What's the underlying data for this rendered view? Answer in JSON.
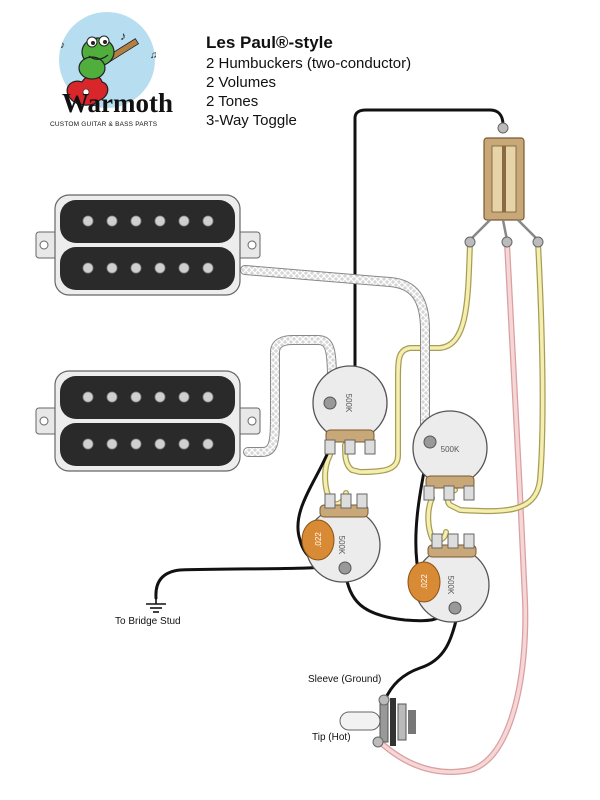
{
  "logo": {
    "brand_name": "Warmoth",
    "tagline": "CUSTOM GUITAR & BASS PARTS",
    "colors": {
      "circle": "#b7def0",
      "frog": "#4fae3c",
      "guitar": "#d9262a"
    }
  },
  "header": {
    "title": "Les Paul®-style",
    "lines": [
      "2 Humbuckers (two-conductor)",
      "2 Volumes",
      "2 Tones",
      "3-Way Toggle"
    ]
  },
  "components": {
    "volume_pots": [
      {
        "label": "500K"
      },
      {
        "label": "500K"
      }
    ],
    "tone_pots": [
      {
        "label": "500K"
      },
      {
        "label": "500K"
      }
    ],
    "tone_caps": [
      {
        "label": ".022"
      },
      {
        "label": ".022"
      }
    ]
  },
  "labels": {
    "bridge_stud": "To Bridge Stud",
    "sleeve": "Sleeve (Ground)",
    "tip": "Tip (Hot)"
  },
  "colors": {
    "ground_wire": "#111111",
    "signal_wire": "#f4eeb0",
    "tip_wire": "#f2c4c4",
    "shielded_cable": "#cfcfcf",
    "pickup": "#2a2a2a",
    "pot_body": "#ececec",
    "capacitor": "#d98a34",
    "toggle": "#c8a878"
  }
}
